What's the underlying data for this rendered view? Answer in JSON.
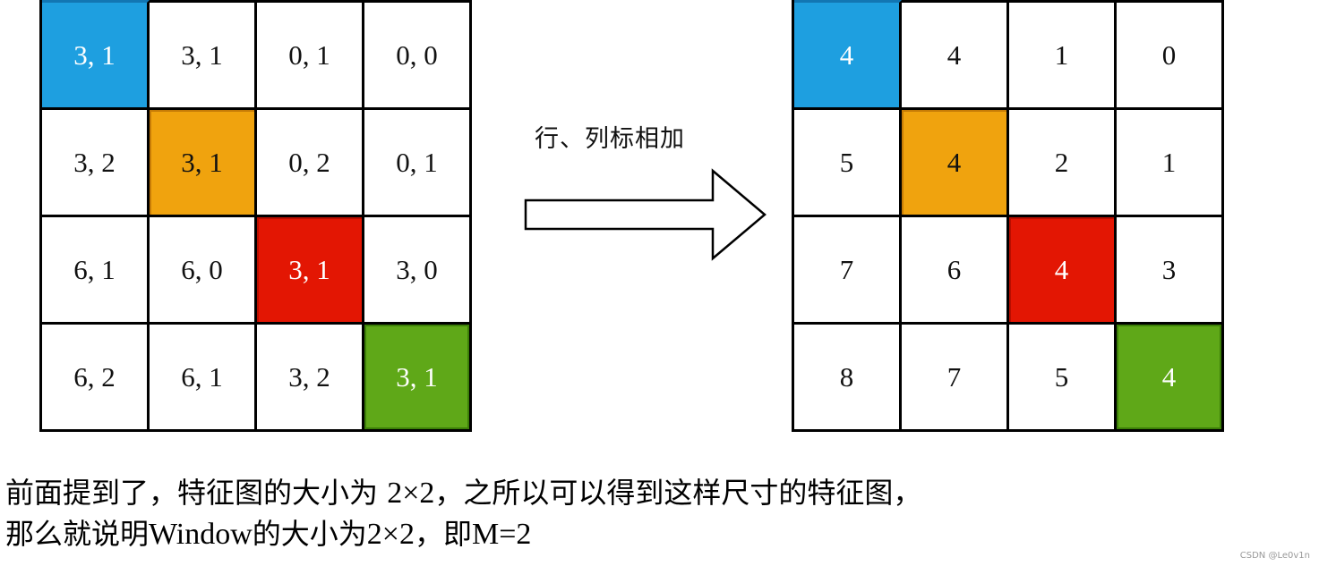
{
  "left_grid": {
    "description": "relative position index pairs (row, col)",
    "rows": [
      [
        "3, 1",
        "3, 1",
        "0, 1",
        "0, 0"
      ],
      [
        "3, 2",
        "3, 1",
        "0, 2",
        "0, 1"
      ],
      [
        "6, 1",
        "6, 0",
        "3, 1",
        "3, 0"
      ],
      [
        "6, 2",
        "6, 1",
        "3, 2",
        "3, 1"
      ]
    ]
  },
  "right_grid": {
    "description": "summed row and column indices",
    "rows": [
      [
        "4",
        "4",
        "1",
        "0"
      ],
      [
        "5",
        "4",
        "2",
        "1"
      ],
      [
        "7",
        "6",
        "4",
        "3"
      ],
      [
        "8",
        "7",
        "5",
        "4"
      ]
    ]
  },
  "highlights": [
    {
      "row": 0,
      "col": 0,
      "color": "#1e9fe0",
      "name": "blue"
    },
    {
      "row": 1,
      "col": 1,
      "color": "#f0a30e",
      "name": "orange"
    },
    {
      "row": 2,
      "col": 2,
      "color": "#e31603",
      "name": "red"
    },
    {
      "row": 3,
      "col": 3,
      "color": "#5fa818",
      "name": "green"
    }
  ],
  "arrow": {
    "label": "行、列标相加",
    "icon": "right-arrow-icon"
  },
  "caption": {
    "line1_part1": "前面提到了，特征图的大小为 ",
    "line1_math": "2×2",
    "line1_part2": "，之所以可以得到这样尺寸的特征图，",
    "line2_part1": "那么就说明",
    "line2_math1": "Window",
    "line2_part2": "的大小为",
    "line2_math2": "2×2",
    "line2_part3": "，即",
    "line2_math3": "M=2"
  },
  "watermark": "CSDN @Le0v1n"
}
